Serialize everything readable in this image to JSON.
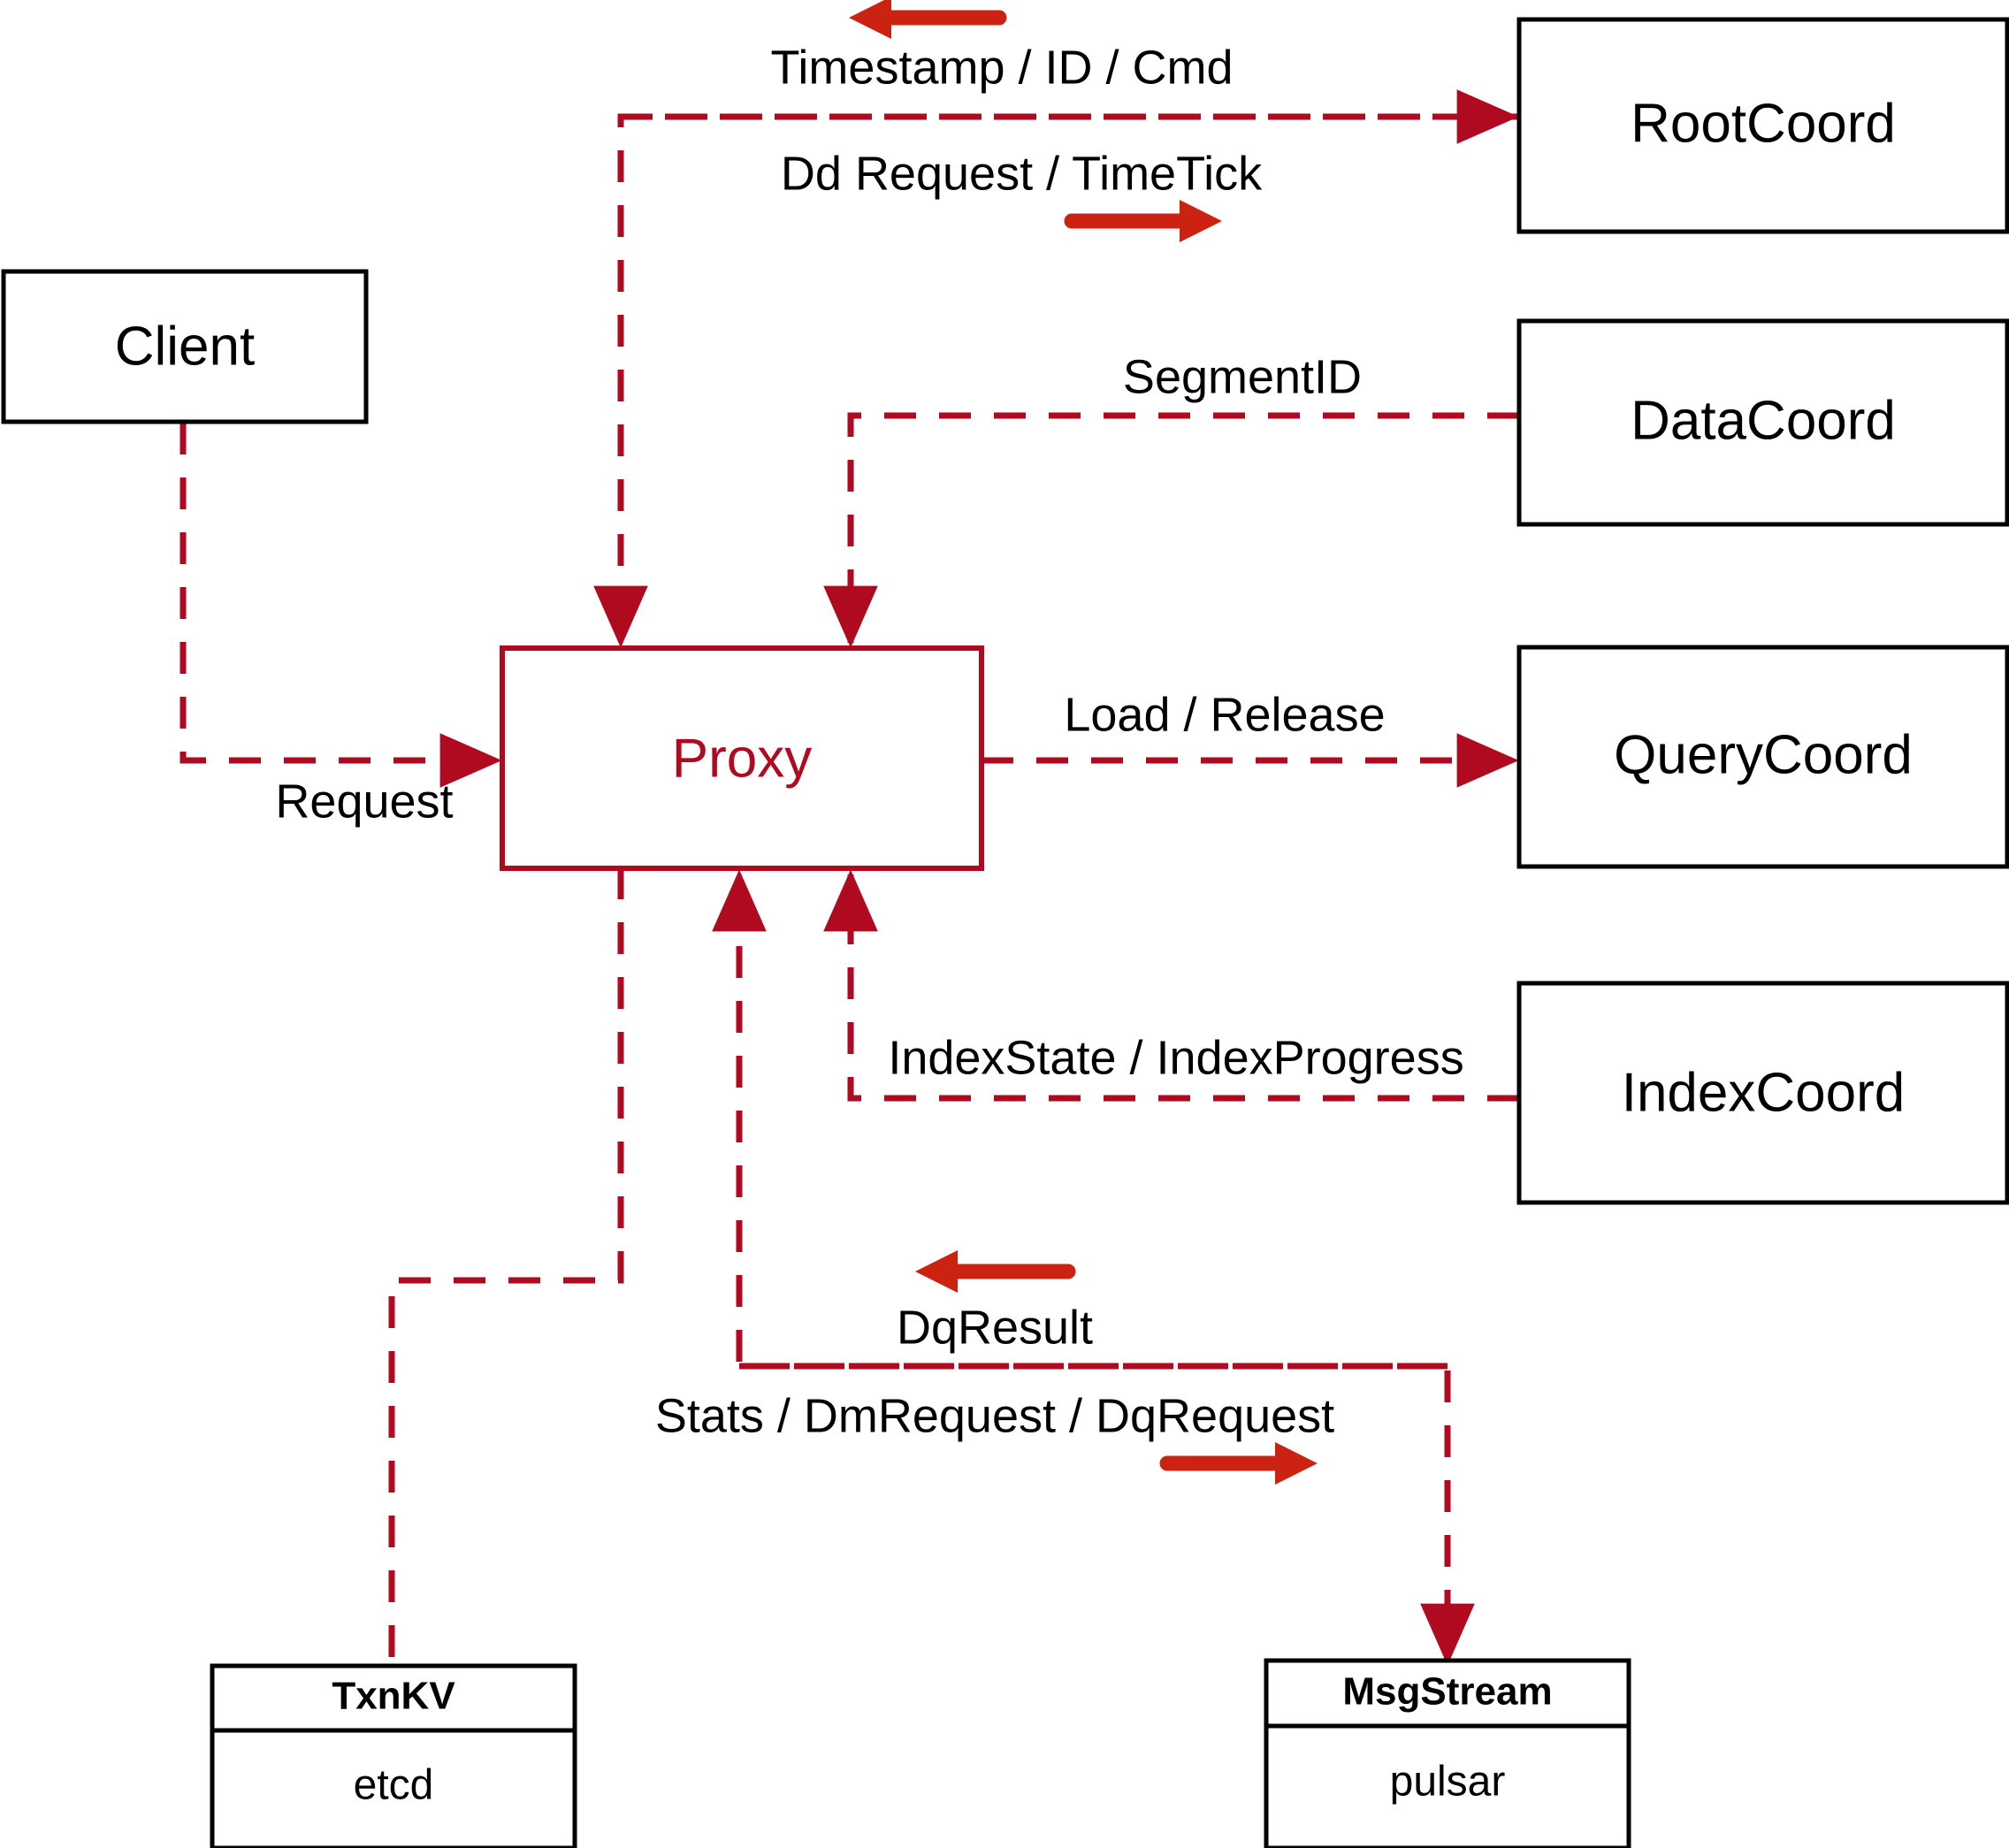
{
  "diagram": {
    "title": "Milvus Proxy Interaction Diagram",
    "colors": {
      "accent_dashed": "#b00a20",
      "bold_arrow": "#cc2211",
      "box_stroke": "#000000",
      "background": "#ffffff"
    }
  },
  "nodes": {
    "client": {
      "label": "Client"
    },
    "proxy": {
      "label": "Proxy"
    },
    "root_coord": {
      "label": "RootCoord"
    },
    "data_coord": {
      "label": "DataCoord"
    },
    "query_coord": {
      "label": "QueryCoord"
    },
    "index_coord": {
      "label": "IndexCoord"
    },
    "txnkv": {
      "title": "TxnKV",
      "body": "etcd"
    },
    "msgstream": {
      "title": "MsgStream",
      "body": "pulsar"
    }
  },
  "edge_labels": {
    "timestamp_id_cmd": "Timestamp / ID / Cmd",
    "dd_request_timetick": "Dd Request / TimeTick",
    "segment_id": "SegmentID",
    "request": "Request",
    "load_release": "Load / Release",
    "index_state_progress": "IndexState / IndexProgress",
    "dq_result": "DqResult",
    "stats_dm_dq": "Stats / DmRequest / DqRequest"
  }
}
